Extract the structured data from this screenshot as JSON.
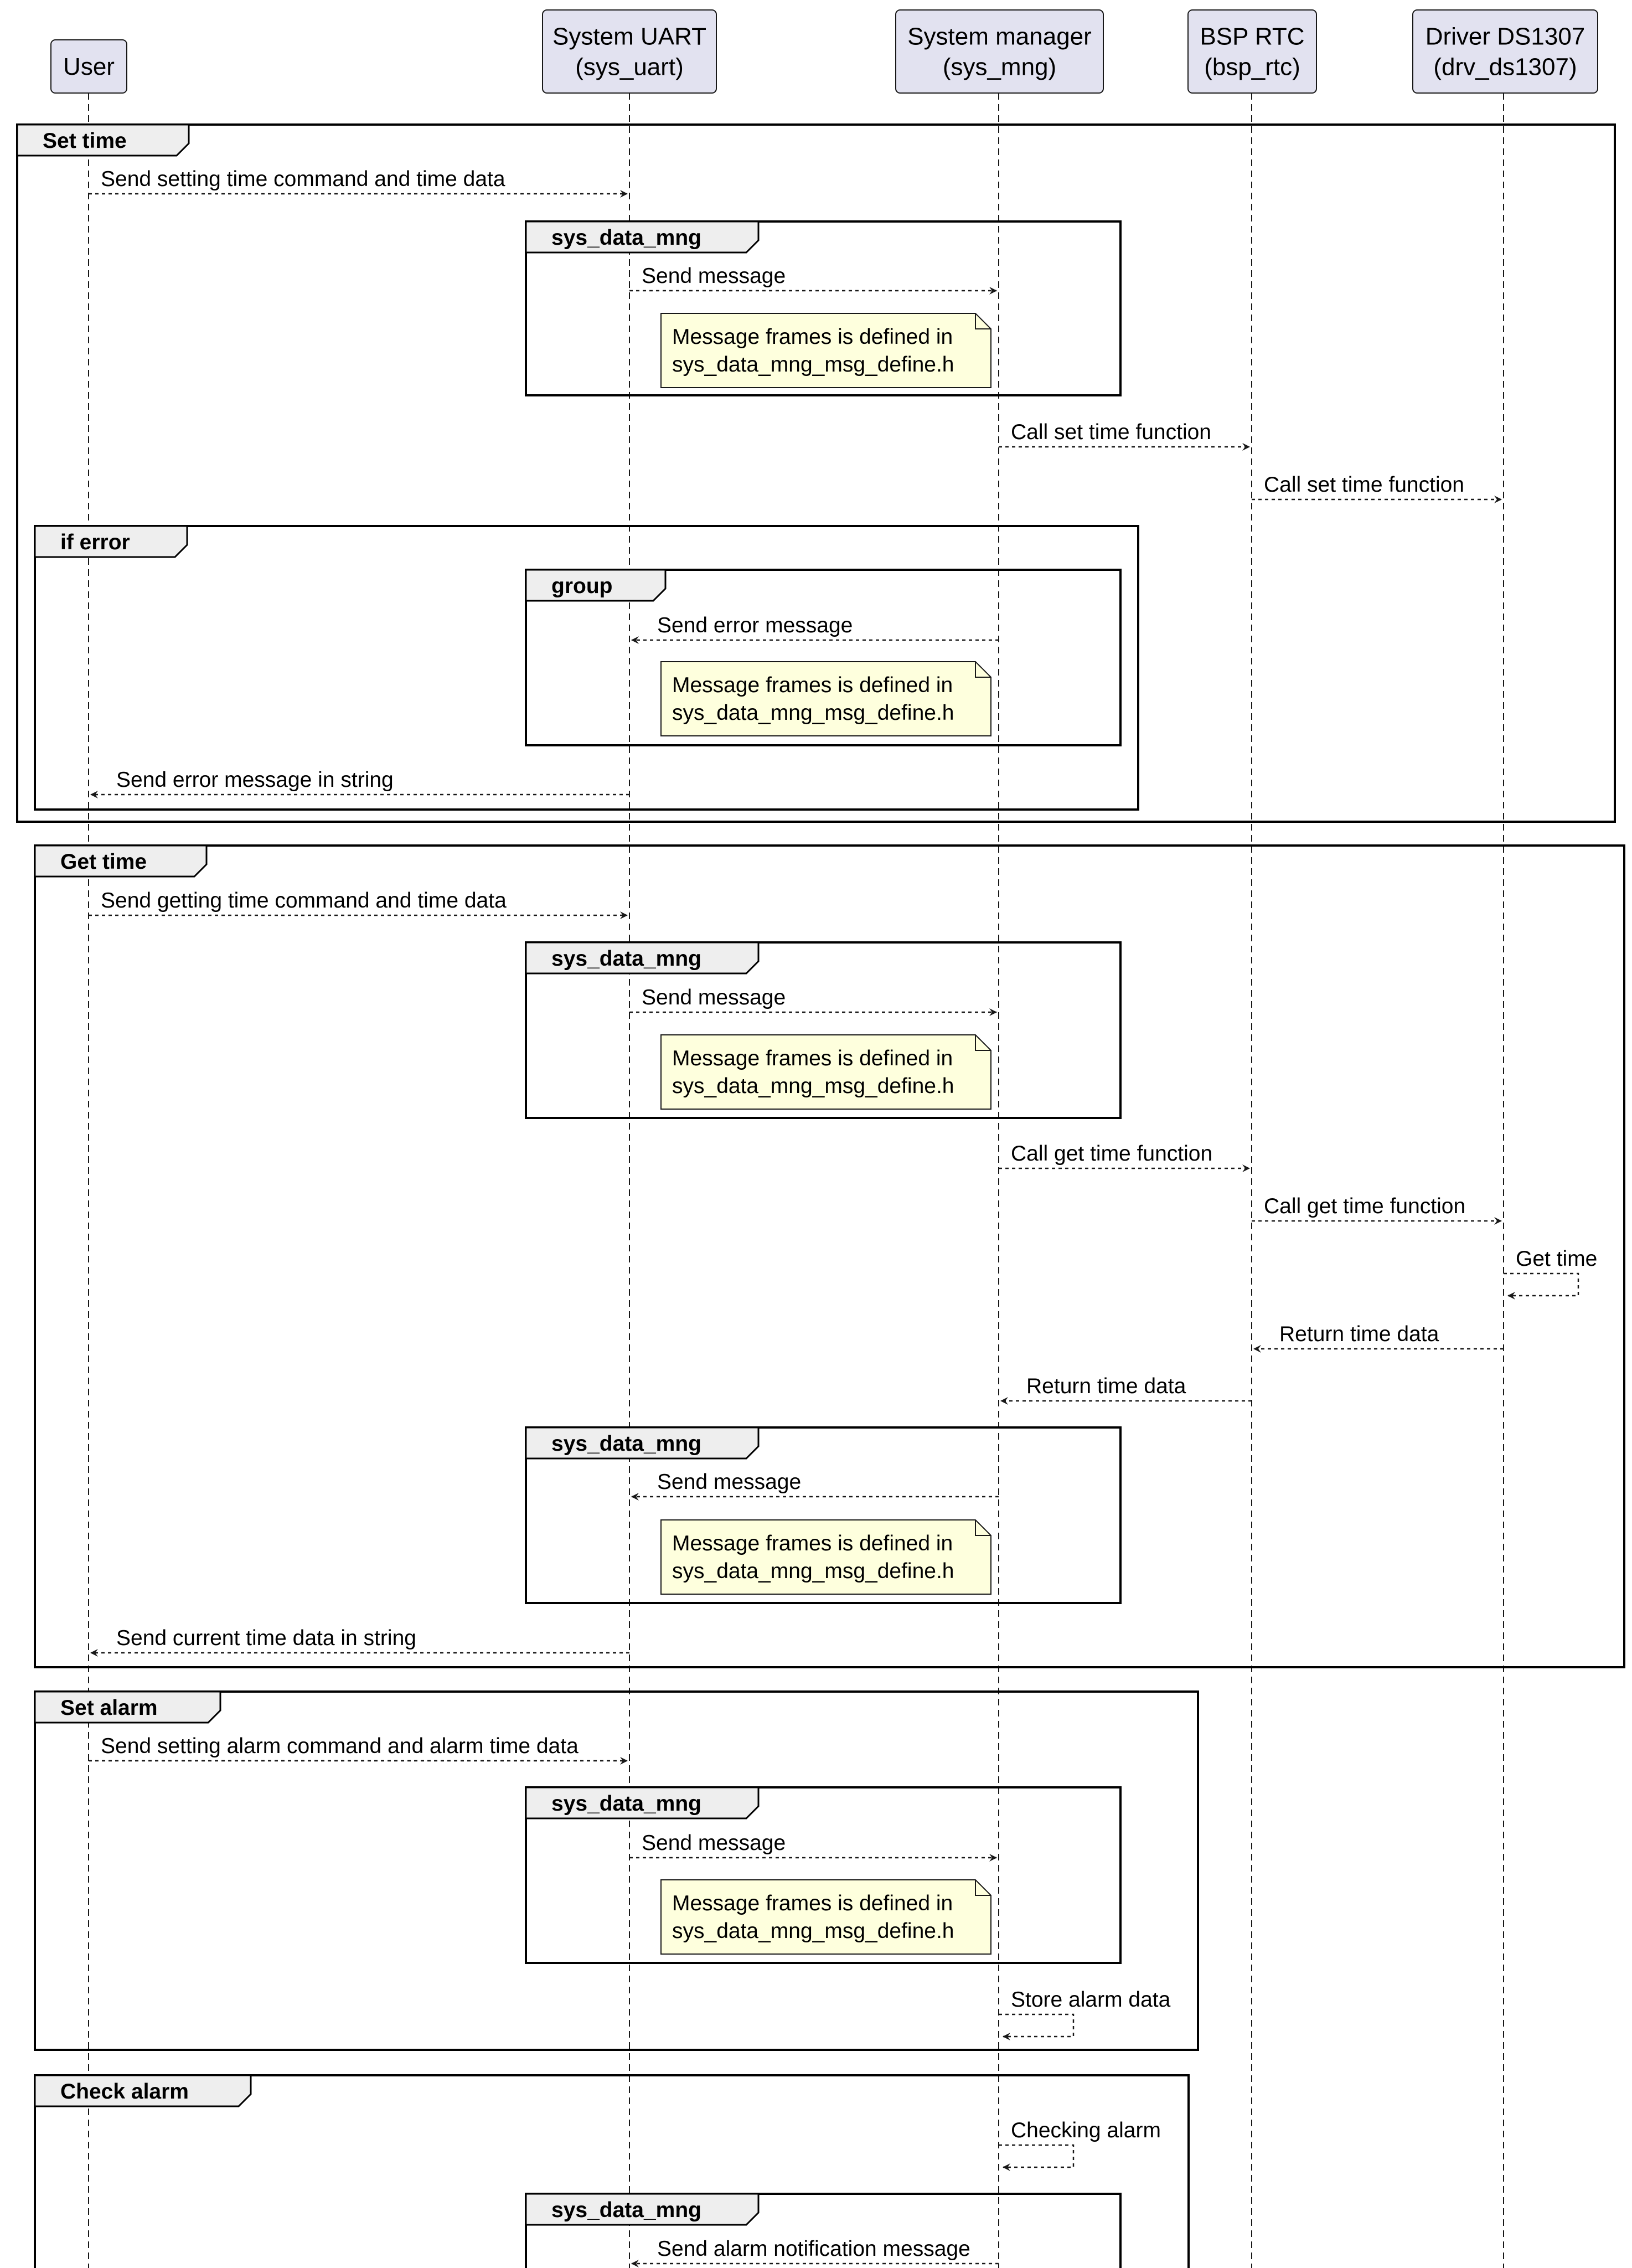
{
  "participants": [
    {
      "id": "user",
      "lines": [
        "User"
      ]
    },
    {
      "id": "sys_uart",
      "lines": [
        "System UART",
        "(sys_uart)"
      ]
    },
    {
      "id": "sys_mng",
      "lines": [
        "System manager",
        "(sys_mng)"
      ]
    },
    {
      "id": "bsp_rtc",
      "lines": [
        "BSP RTC",
        "(bsp_rtc)"
      ]
    },
    {
      "id": "drv_ds1307",
      "lines": [
        "Driver DS1307",
        "(drv_ds1307)"
      ]
    }
  ],
  "frames": [
    {
      "id": "set-time",
      "label": "Set time"
    },
    {
      "id": "set-time-sys-data-mng",
      "label": "sys_data_mng"
    },
    {
      "id": "if-error",
      "label": "if error"
    },
    {
      "id": "if-error-group",
      "label": "group"
    },
    {
      "id": "get-time",
      "label": "Get time"
    },
    {
      "id": "get-time-sys-data-mng-1",
      "label": "sys_data_mng"
    },
    {
      "id": "get-time-sys-data-mng-2",
      "label": "sys_data_mng"
    },
    {
      "id": "set-alarm",
      "label": "Set alarm"
    },
    {
      "id": "set-alarm-sys-data-mng",
      "label": "sys_data_mng"
    },
    {
      "id": "check-alarm",
      "label": "Check alarm"
    },
    {
      "id": "check-alarm-sys-data-mng",
      "label": "sys_data_mng"
    }
  ],
  "messages": [
    {
      "from": "user",
      "to": "sys_uart",
      "label": "Send setting time command and time data"
    },
    {
      "from": "sys_uart",
      "to": "sys_mng",
      "label": "Send message"
    },
    {
      "from": "sys_mng",
      "to": "bsp_rtc",
      "label": "Call set time function"
    },
    {
      "from": "bsp_rtc",
      "to": "drv_ds1307",
      "label": "Call set time function"
    },
    {
      "from": "sys_mng",
      "to": "sys_uart",
      "label": "Send error message"
    },
    {
      "from": "sys_uart",
      "to": "user",
      "label": "Send error message in string"
    },
    {
      "from": "user",
      "to": "sys_uart",
      "label": "Send getting time command and time data"
    },
    {
      "from": "sys_uart",
      "to": "sys_mng",
      "label": "Send message"
    },
    {
      "from": "sys_mng",
      "to": "bsp_rtc",
      "label": "Call get time function"
    },
    {
      "from": "bsp_rtc",
      "to": "drv_ds1307",
      "label": "Call get time function"
    },
    {
      "from": "drv_ds1307",
      "to": "drv_ds1307",
      "label": "Get time"
    },
    {
      "from": "drv_ds1307",
      "to": "bsp_rtc",
      "label": "Return time data"
    },
    {
      "from": "bsp_rtc",
      "to": "sys_mng",
      "label": "Return time data"
    },
    {
      "from": "sys_mng",
      "to": "sys_uart",
      "label": "Send message"
    },
    {
      "from": "sys_uart",
      "to": "user",
      "label": "Send current time data in string"
    },
    {
      "from": "user",
      "to": "sys_uart",
      "label": "Send setting alarm command and alarm time data"
    },
    {
      "from": "sys_uart",
      "to": "sys_mng",
      "label": "Send message"
    },
    {
      "from": "sys_mng",
      "to": "sys_mng",
      "label": "Store alarm data"
    },
    {
      "from": "sys_mng",
      "to": "sys_mng",
      "label": "Checking alarm"
    },
    {
      "from": "sys_mng",
      "to": "sys_uart",
      "label": "Send alarm notification message"
    }
  ],
  "notes": [
    {
      "lines": [
        "Message frames is defined in",
        "sys_data_mng_msg_define.h"
      ]
    },
    {
      "lines": [
        "Message frames is defined in",
        "sys_data_mng_msg_define.h"
      ]
    },
    {
      "lines": [
        "Message frames is defined in",
        "sys_data_mng_msg_define.h"
      ]
    },
    {
      "lines": [
        "Message frames is defined in",
        "sys_data_mng_msg_define.h"
      ]
    },
    {
      "lines": [
        "Message frames is defined in",
        "sys_data_mng_msg_define.h"
      ]
    }
  ],
  "colors": {
    "participant_fill": "#E2E2F0",
    "participant_border": "#181818",
    "lifeline": "#181818",
    "frame_tab_fill": "#EEEEEE",
    "note_fill": "#FEFFDD",
    "note_border": "#181818"
  }
}
